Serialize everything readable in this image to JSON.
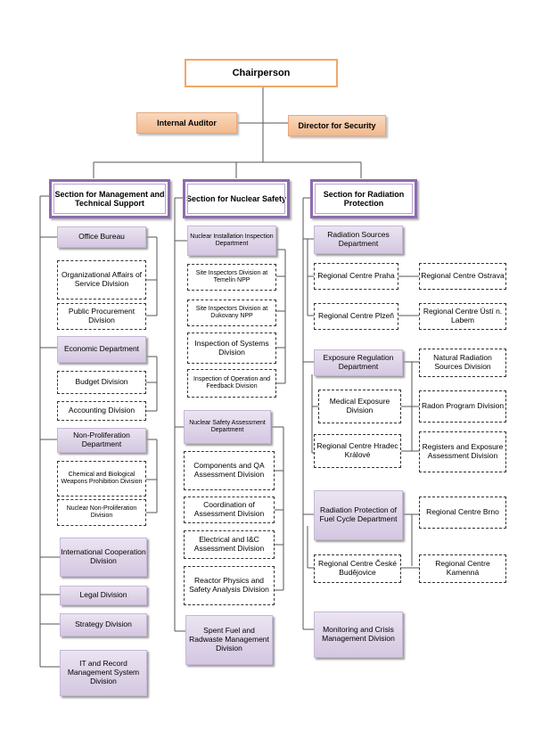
{
  "chairperson": "Chairperson",
  "internal_auditor": "Internal Auditor",
  "director_security": "Director for Security",
  "sec_mgmt": "Section for Management and Technical Support",
  "sec_nuclear": "Section for Nuclear Safety",
  "sec_radiation": "Section for Radiation Protection",
  "office_bureau": "Office Bureau",
  "org_affairs": "Organizational Affairs of Service Division",
  "public_procurement": "Public Procurement Division",
  "economic_dept": "Economic Department",
  "budget_div": "Budget Division",
  "accounting_div": "Accounting Division",
  "nonprolif_dept": "Non-Proliferation Department",
  "chem_bio_div": "Chemical and Biological Weapons Prohibition Division",
  "nuclear_nonprolif_div": "Nuclear Non-Proliferation Division",
  "intl_coop_div": "International Cooperation Division",
  "legal_div": "Legal Division",
  "strategy_div": "Strategy Division",
  "it_records_div": "IT and Record Management System Division",
  "nuclear_install_dept": "Nuclear Installation Inspection Department",
  "temelin_div": "Site Inspectors Division at Temelín NPP",
  "dukovany_div": "Site Inspectors Division at Dukovany NPP",
  "inspection_systems_div": "Inspection of Systems Division",
  "inspection_operation_div": "Inspection of Operation and Feedback Division",
  "nuclear_safety_assess_dept": "Nuclear Safety Assessment Department",
  "components_qa_div": "Components and QA Assessment Division",
  "coordination_assess_div": "Coordination of Assessment Division",
  "electrical_ic_div": "Electrical and I&C Assessment Division",
  "reactor_physics_div": "Reactor Physics and Safety Analysis Division",
  "spent_fuel_div": "Spent Fuel and Radwaste Management Division",
  "radiation_sources_dept": "Radiation Sources Department",
  "rc_praha": "Regional Centre Praha",
  "rc_ostrava": "Regional Centre Ostrava",
  "rc_plzen": "Regional Centre Plzeň",
  "rc_usti": "Regional Centre Ústí n. Labem",
  "exposure_reg_dept": "Exposure Regulation Department",
  "natural_radiation_div": "Natural Radiation Sources Division",
  "medical_exposure_div": "Medical Exposure Division",
  "radon_program_div": "Radon Program Division",
  "rc_hradec": "Regional Centre Hradec Králové",
  "registers_exposure_div": "Registers and Exposure Assessment Division",
  "rad_prot_fuel_dept": "Radiation Protection of Fuel Cycle Department",
  "rc_brno": "Regional Centre Brno",
  "rc_budejovice": "Regional Centre České Budějovice",
  "rc_kamenna": "Regional Centre Kamenná",
  "monitoring_crisis_div": "Monitoring and Crisis Management Division"
}
